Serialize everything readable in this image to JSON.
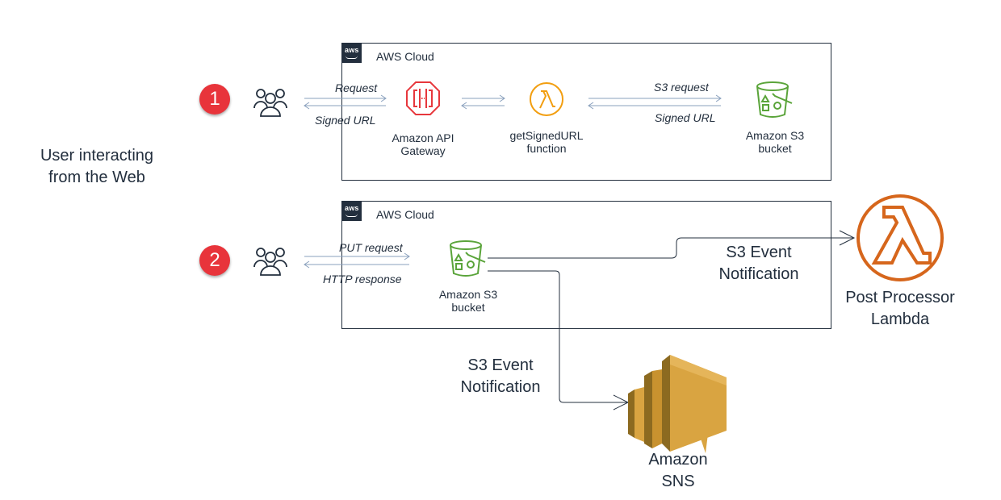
{
  "user_caption": [
    "User interacting",
    "from the Web"
  ],
  "flow1": {
    "step": "1",
    "group_title": "AWS Cloud",
    "aws_logo": "aws",
    "req_label": "Request",
    "resp_label": "Signed URL",
    "apigw": [
      "Amazon API",
      "Gateway"
    ],
    "lambda": [
      "getSignedURL",
      "function"
    ],
    "s3_req_label": "S3 request",
    "s3_resp_label": "Signed URL",
    "s3": [
      "Amazon S3",
      "bucket"
    ]
  },
  "flow2": {
    "step": "2",
    "group_title": "AWS Cloud",
    "aws_logo": "aws",
    "req_label": "PUT request",
    "resp_label": "HTTP response",
    "s3": [
      "Amazon S3",
      "bucket"
    ],
    "notif_lambda": [
      "S3 Event",
      "Notification"
    ],
    "notif_sns": [
      "S3 Event",
      "Notification"
    ],
    "post_lambda": [
      "Post Processor",
      "Lambda"
    ],
    "sns": [
      "Amazon",
      "SNS"
    ]
  },
  "colors": {
    "badge": "#e8343b",
    "apigw": "#e7373c",
    "lambda": "#f29e10",
    "s3": "#5aa43a",
    "post_lambda": "#d6661c",
    "sns": "#d9a441",
    "arrow": "#8aa0bd",
    "connector": "#232f3e"
  }
}
